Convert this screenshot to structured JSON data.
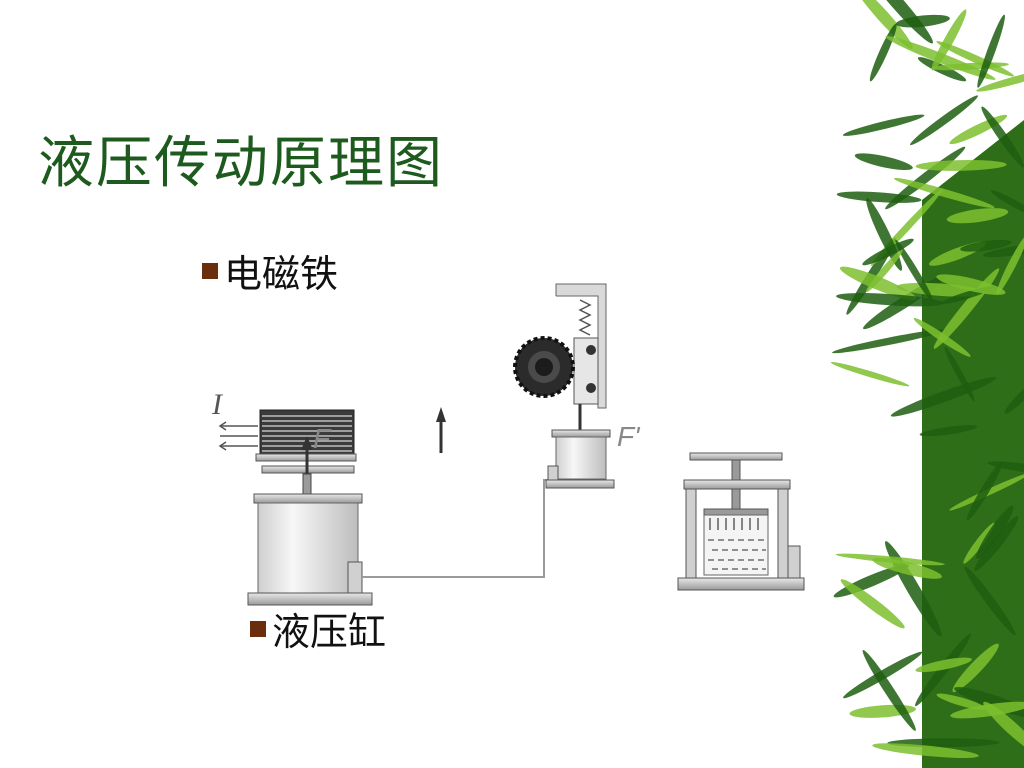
{
  "slide": {
    "title": "液压传动原理图",
    "bullets": [
      {
        "text": "电磁铁"
      },
      {
        "text": "液压缸"
      }
    ]
  },
  "diagram": {
    "labels": {
      "current": "I",
      "force": "F",
      "reaction_force": "F'"
    }
  },
  "colors": {
    "title": "#1d5a1d",
    "bullet_marker": "#6b2e0c",
    "leaf_dark": "#1f5e10",
    "leaf_light": "#7cbf2e"
  },
  "decoration": {
    "icon": "bamboo-leaves-icon"
  }
}
